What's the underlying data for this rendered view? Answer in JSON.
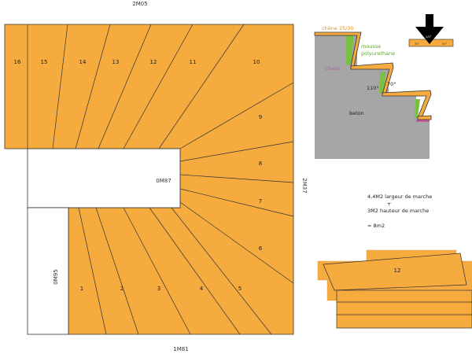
{
  "plan": {
    "dim_top": "2M05",
    "dim_right": "2M37",
    "dim_bottom": "1M81",
    "dim_left_lower": "0M95",
    "dim_opening": "0M87",
    "steps": [
      "1",
      "2",
      "3",
      "4",
      "5",
      "6",
      "7",
      "8",
      "9",
      "10",
      "11",
      "12",
      "13",
      "14",
      "15",
      "16"
    ]
  },
  "section": {
    "label_chene": "chêne 25/30",
    "label_mousse_1": "mousse",
    "label_mousse_2": "polyurethane",
    "label_chape": "chape",
    "label_beton": "beton",
    "angle_1": "110°",
    "angle_2": "70°",
    "colors": {
      "wood": "#f6ab3e",
      "concrete": "#a6a6a6",
      "foam": "#7ac143",
      "chape": "#c45aa6"
    }
  },
  "notes": {
    "line1": "4,4M2 largeur de marche",
    "line2": "+",
    "line3": "3M2 hauteur de marche",
    "line4": "= 8m2"
  },
  "detail": {
    "step_label": "12"
  },
  "arrow": {
    "icon": "arrow-down-icon"
  }
}
